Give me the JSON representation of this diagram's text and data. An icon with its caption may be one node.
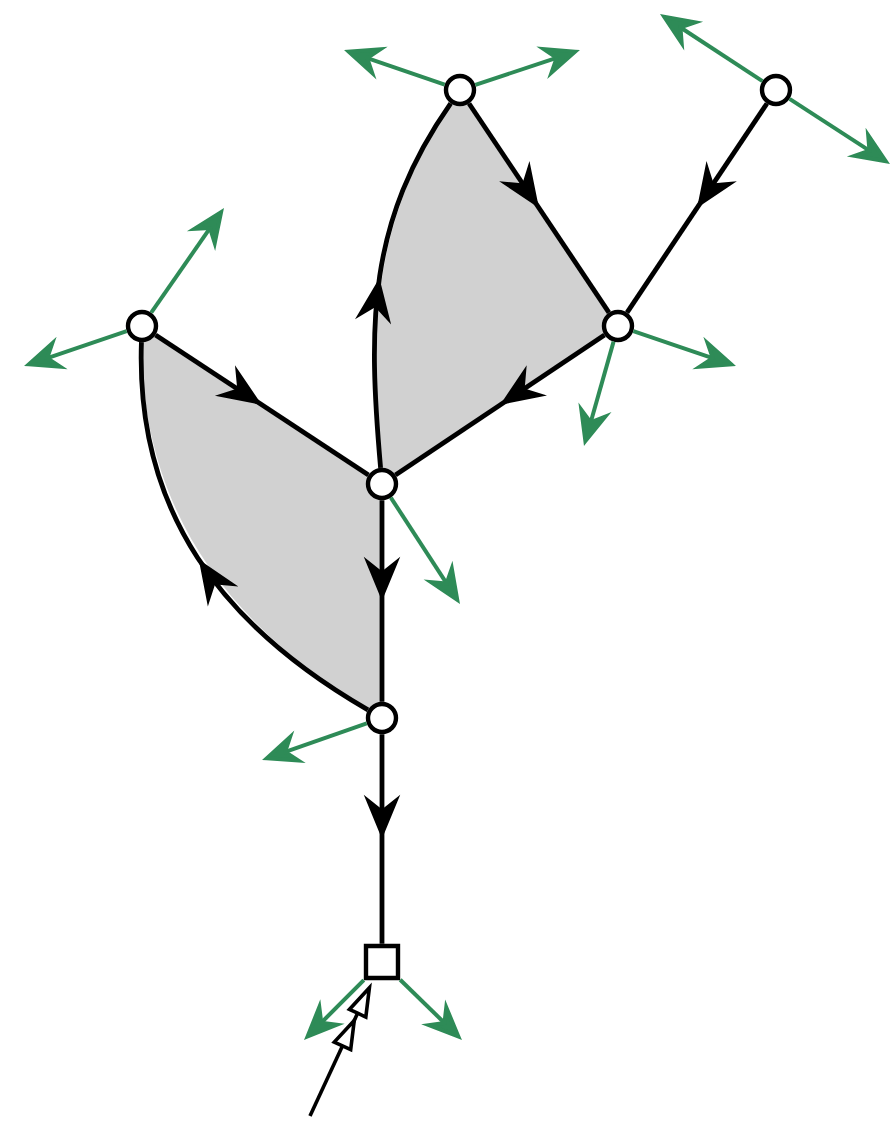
{
  "diagram": {
    "nodes": [
      {
        "text": [],
        "shape": "circle"
      },
      {
        "text": [],
        "shape": "circle"
      },
      {
        "text": [],
        "shape": "circle"
      },
      {
        "text": [],
        "shape": "circle"
      },
      {
        "text": [],
        "shape": "circle"
      },
      {
        "text": [],
        "shape": "circle"
      },
      {
        "text": [],
        "shape": "box"
      }
    ],
    "edges": [
      {
        "from": 0,
        "to": 3,
        "arrow": "to",
        "color": "#000000"
      },
      {
        "from": 1,
        "to": 3,
        "arrow": "to",
        "color": "#000000"
      },
      {
        "from": 3,
        "to": 4,
        "arrow": "to",
        "color": "#000000"
      },
      {
        "from": 4,
        "to": 0,
        "arrow": "to",
        "color": "#000000"
      },
      {
        "from": 2,
        "to": 4,
        "arrow": "to",
        "color": "#000000"
      },
      {
        "from": 4,
        "to": 5,
        "arrow": "to",
        "color": "#000000"
      },
      {
        "from": 5,
        "to": 2,
        "arrow": "to",
        "color": "#000000"
      },
      {
        "from": 5,
        "to": 6,
        "arrow": "to",
        "color": "#000000"
      },
      {
        "from": 0,
        "to": null,
        "arrow": "to",
        "color": "#2e8b57"
      },
      {
        "from": 0,
        "to": null,
        "arrow": "to",
        "color": "#2e8b57"
      },
      {
        "from": 1,
        "to": null,
        "arrow": "to",
        "color": "#2e8b57"
      },
      {
        "from": 1,
        "to": null,
        "arrow": "to",
        "color": "#2e8b57"
      },
      {
        "from": 2,
        "to": null,
        "arrow": "to",
        "color": "#2e8b57"
      },
      {
        "from": 2,
        "to": null,
        "arrow": "to",
        "color": "#2e8b57"
      },
      {
        "from": 3,
        "to": null,
        "arrow": "to",
        "color": "#2e8b57"
      },
      {
        "from": 3,
        "to": null,
        "arrow": "to",
        "color": "#2e8b57"
      },
      {
        "from": 4,
        "to": null,
        "arrow": "to",
        "color": "#2e8b57"
      },
      {
        "from": 5,
        "to": null,
        "arrow": "to",
        "color": "#2e8b57"
      },
      {
        "from": 6,
        "to": null,
        "arrow": "to",
        "color": "#2e8b57"
      },
      {
        "from": 6,
        "to": null,
        "arrow": "to",
        "color": "#2e8b57"
      },
      {
        "from": null,
        "to": 6,
        "arrow": "to",
        "color": "#000000"
      }
    ]
  }
}
